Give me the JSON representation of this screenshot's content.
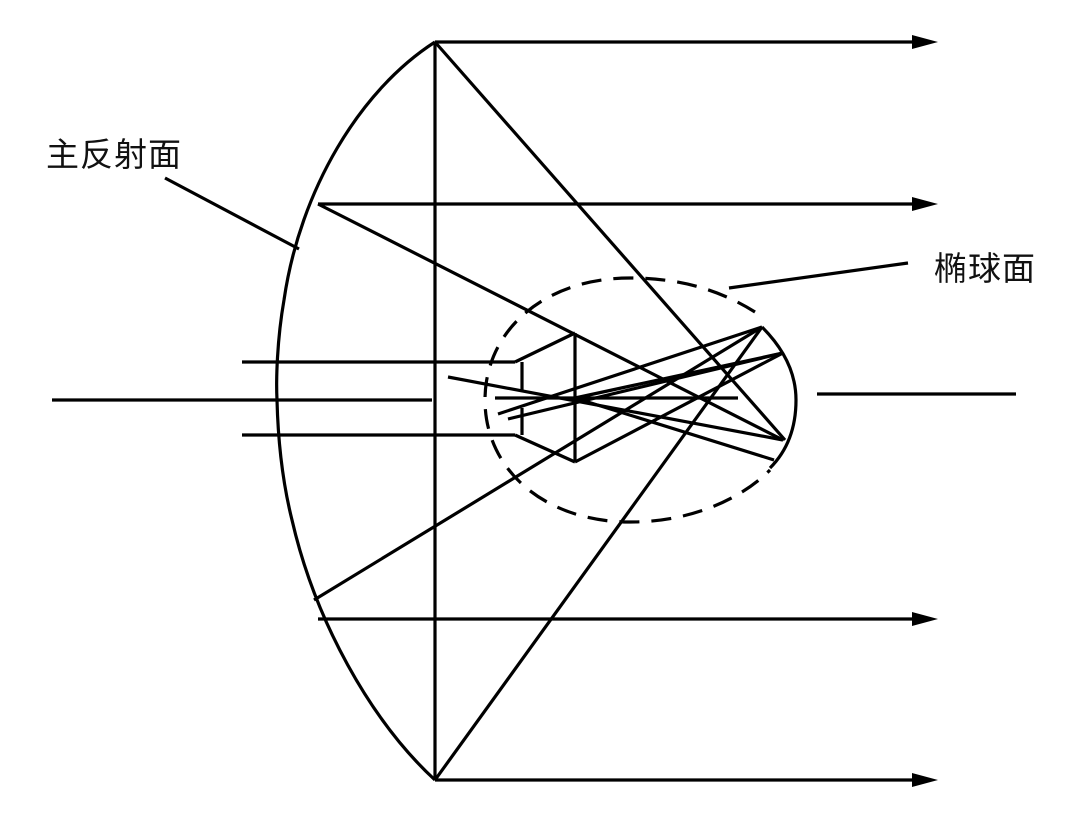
{
  "diagram": {
    "title": "",
    "labels": {
      "main_reflector": "主反射面",
      "ellipsoid": "椭球面"
    },
    "colors": {
      "line": "#000000",
      "background": "#ffffff",
      "text": "#111111"
    },
    "elements": [
      {
        "name": "main-reflector-paraboloid",
        "style": "solid"
      },
      {
        "name": "ellipsoid-subreflector",
        "style": "dashed with solid right arc"
      },
      {
        "name": "parallel-output-rays",
        "count": 4,
        "direction": "right"
      },
      {
        "name": "feed-waveguide",
        "style": "two parallel tubes with center axis"
      },
      {
        "name": "optical-axis-right",
        "style": "solid"
      }
    ]
  }
}
